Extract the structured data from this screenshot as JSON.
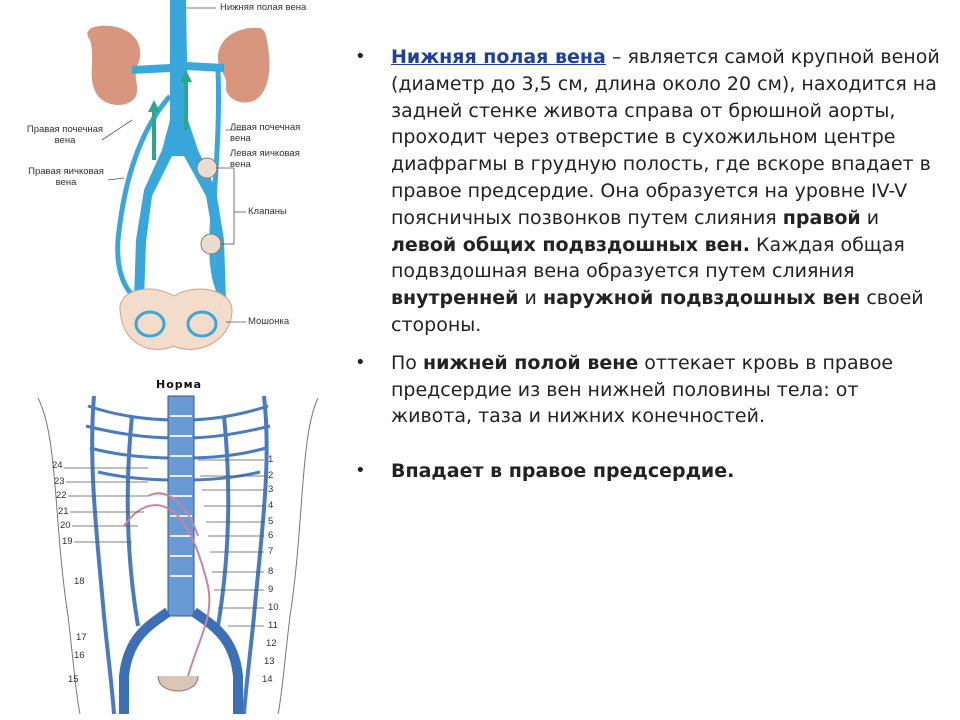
{
  "figure_top": {
    "labels": {
      "ivc": "Нижняя полая вена",
      "right_renal": "Правая почечная вена",
      "left_renal": "Левая почечная вена",
      "left_testicular": "Левая яичковая вена",
      "right_testicular": "Правая яичковая вена",
      "valves": "Клапаны",
      "scrotum": "Мошонка"
    }
  },
  "figure_bottom": {
    "caption": "Норма",
    "left_numbers": [
      "24",
      "23",
      "22",
      "21",
      "20",
      "19",
      "18",
      "17",
      "16",
      "15"
    ],
    "right_numbers": [
      "1",
      "2",
      "3",
      "4",
      "5",
      "6",
      "7",
      "8",
      "9",
      "10",
      "11",
      "12",
      "13",
      "14"
    ]
  },
  "bullets": [
    {
      "link": "Нижняя полая вена",
      "p1": " – является самой крупной веной (диаметр до 3,5 см, длина около 20 см), находится на задней стенке живота справа от брюшной аорты, проходит через отверстие в сухожильном центре диафрагмы в грудную полость, где вскоре впадает в правое предсердие. Она образуется на уровне IV-V поясничных позвонков путем слияния ",
      "b1": "правой",
      "p2": " и ",
      "b2": "левой общих подвздошных вен.",
      "p3": " Каждая общая подвздошная вена образуется путем слияния ",
      "b3": "внутренней",
      "p4": " и ",
      "b4": "наружной подвздошных вен",
      "p5": " своей стороны."
    },
    {
      "p1": "По ",
      "b1": "нижней полой вене",
      "p2": " оттекает кровь в правое предсердие из вен нижней половины тела: от живота, таза и нижних конечностей."
    },
    {
      "b1": "Впадает в правое предсердие."
    }
  ],
  "bullet_symbol": "•",
  "colors": {
    "vein": "#3aa7dc",
    "kidney": "#d9967e",
    "link": "#1f3f9e",
    "lines": "#3a5f9a"
  }
}
